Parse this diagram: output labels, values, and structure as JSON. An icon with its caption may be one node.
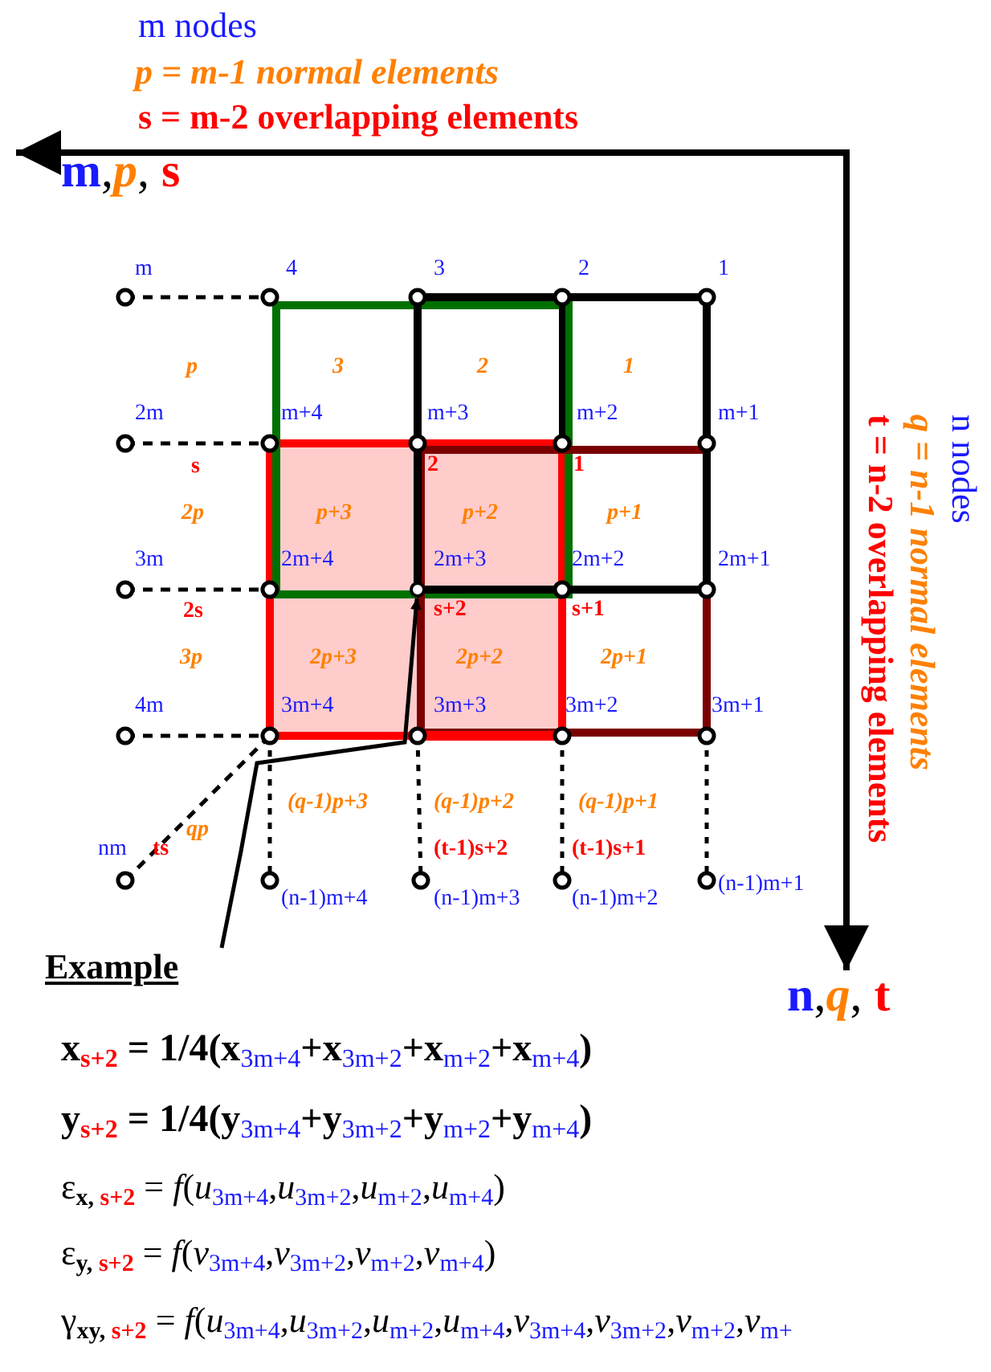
{
  "diagram": {
    "nodes": [
      {
        "text": [
          "Example"
        ]
      },
      {
        "text": [],
        "shape": "circle"
      }
    ],
    "edges": [
      {
        "from": 0,
        "to": 1,
        "arrow": "to"
      }
    ],
    "labels": [
      "m nodes",
      "p = m-1 normal elements",
      "s = m-2 overlapping elements",
      "m,*p*, s",
      "m",
      "4",
      "3",
      "2",
      "1",
      "p",
      "3",
      "2",
      "1",
      "2m",
      "m+4",
      "m+3",
      "m+2",
      "m+1",
      "s",
      "2",
      "1",
      "2p",
      "p+3",
      "p+2",
      "p+1",
      "3m",
      "2m+4",
      "2m+3",
      "2m+2",
      "2m+1",
      "2s",
      "s+2",
      "s+1",
      "3p",
      "2p+3",
      "2p+2",
      "2p+1",
      "4m",
      "3m+4",
      "3m+3",
      "3m+2",
      "3m+1",
      "(q-1)p+3",
      "(q-1)p+2",
      "(q-1)p+1",
      "qp",
      "nm",
      "ts",
      "(t-1)s+2",
      "(t-1)s+1",
      "(n-1)m+4",
      "(n-1)m+3",
      "(n-1)m+2",
      "(n-1)m+1",
      "t = n-2 overlapping elements",
      "q = n-1 normal elements",
      "n nodes",
      "n,*q*, t",
      "x$_{s+2}$ = 1/4(x$_{3m+4}$+x$_{3m+2}$+x$_{m+2}$+x$_{m+4}$)",
      "y$_{s+2}$ = 1/4(y$_{3m+4}$+y$_{3m+2}$+y$_{m+2}$+y$_{m+4}$)",
      "ε$_{x,}$$_{ s+2}$ = *f*(*u*$_{3m+4}$,*u*$_{3m+2}$,*u*$_{m+2}$,*u*$_{m+4}$)",
      "ε$_{y,}$$_{ s+2}$ = *f*(*v*$_{3m+4}$,*v*$_{3m+2}$,*v*$_{m+2}$,*v*$_{m+4}$)",
      "γ$_{xy,}$$_{ s+2}$ = *f*(*u*$_{3m+4}$,*u*$_{3m+2}$,*u*$_{m+2}$,*u*$_{m+4}$,*v*$_{3m+4}$,*v*$_{3m+2}$,*v*$_{m+2}$,*v*$_{m+}$"
    ]
  }
}
